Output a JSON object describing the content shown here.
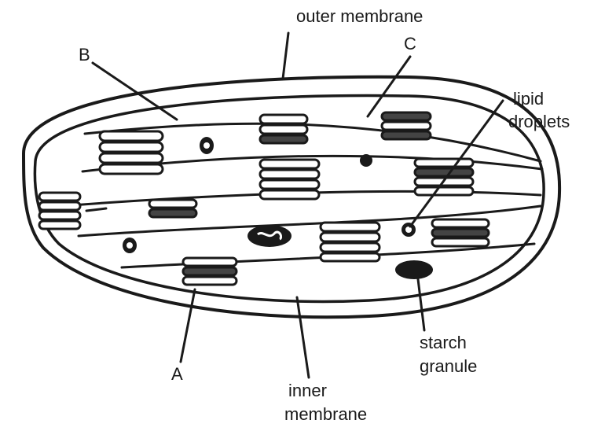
{
  "labels": {
    "outer_membrane": "outer membrane",
    "b": "B",
    "c": "C",
    "lipid_line1": "lipid",
    "lipid_line2": "droplets",
    "starch_line1": "starch",
    "starch_line2": "granule",
    "a": "A",
    "inner_line1": "inner",
    "inner_line2": "membrane"
  }
}
